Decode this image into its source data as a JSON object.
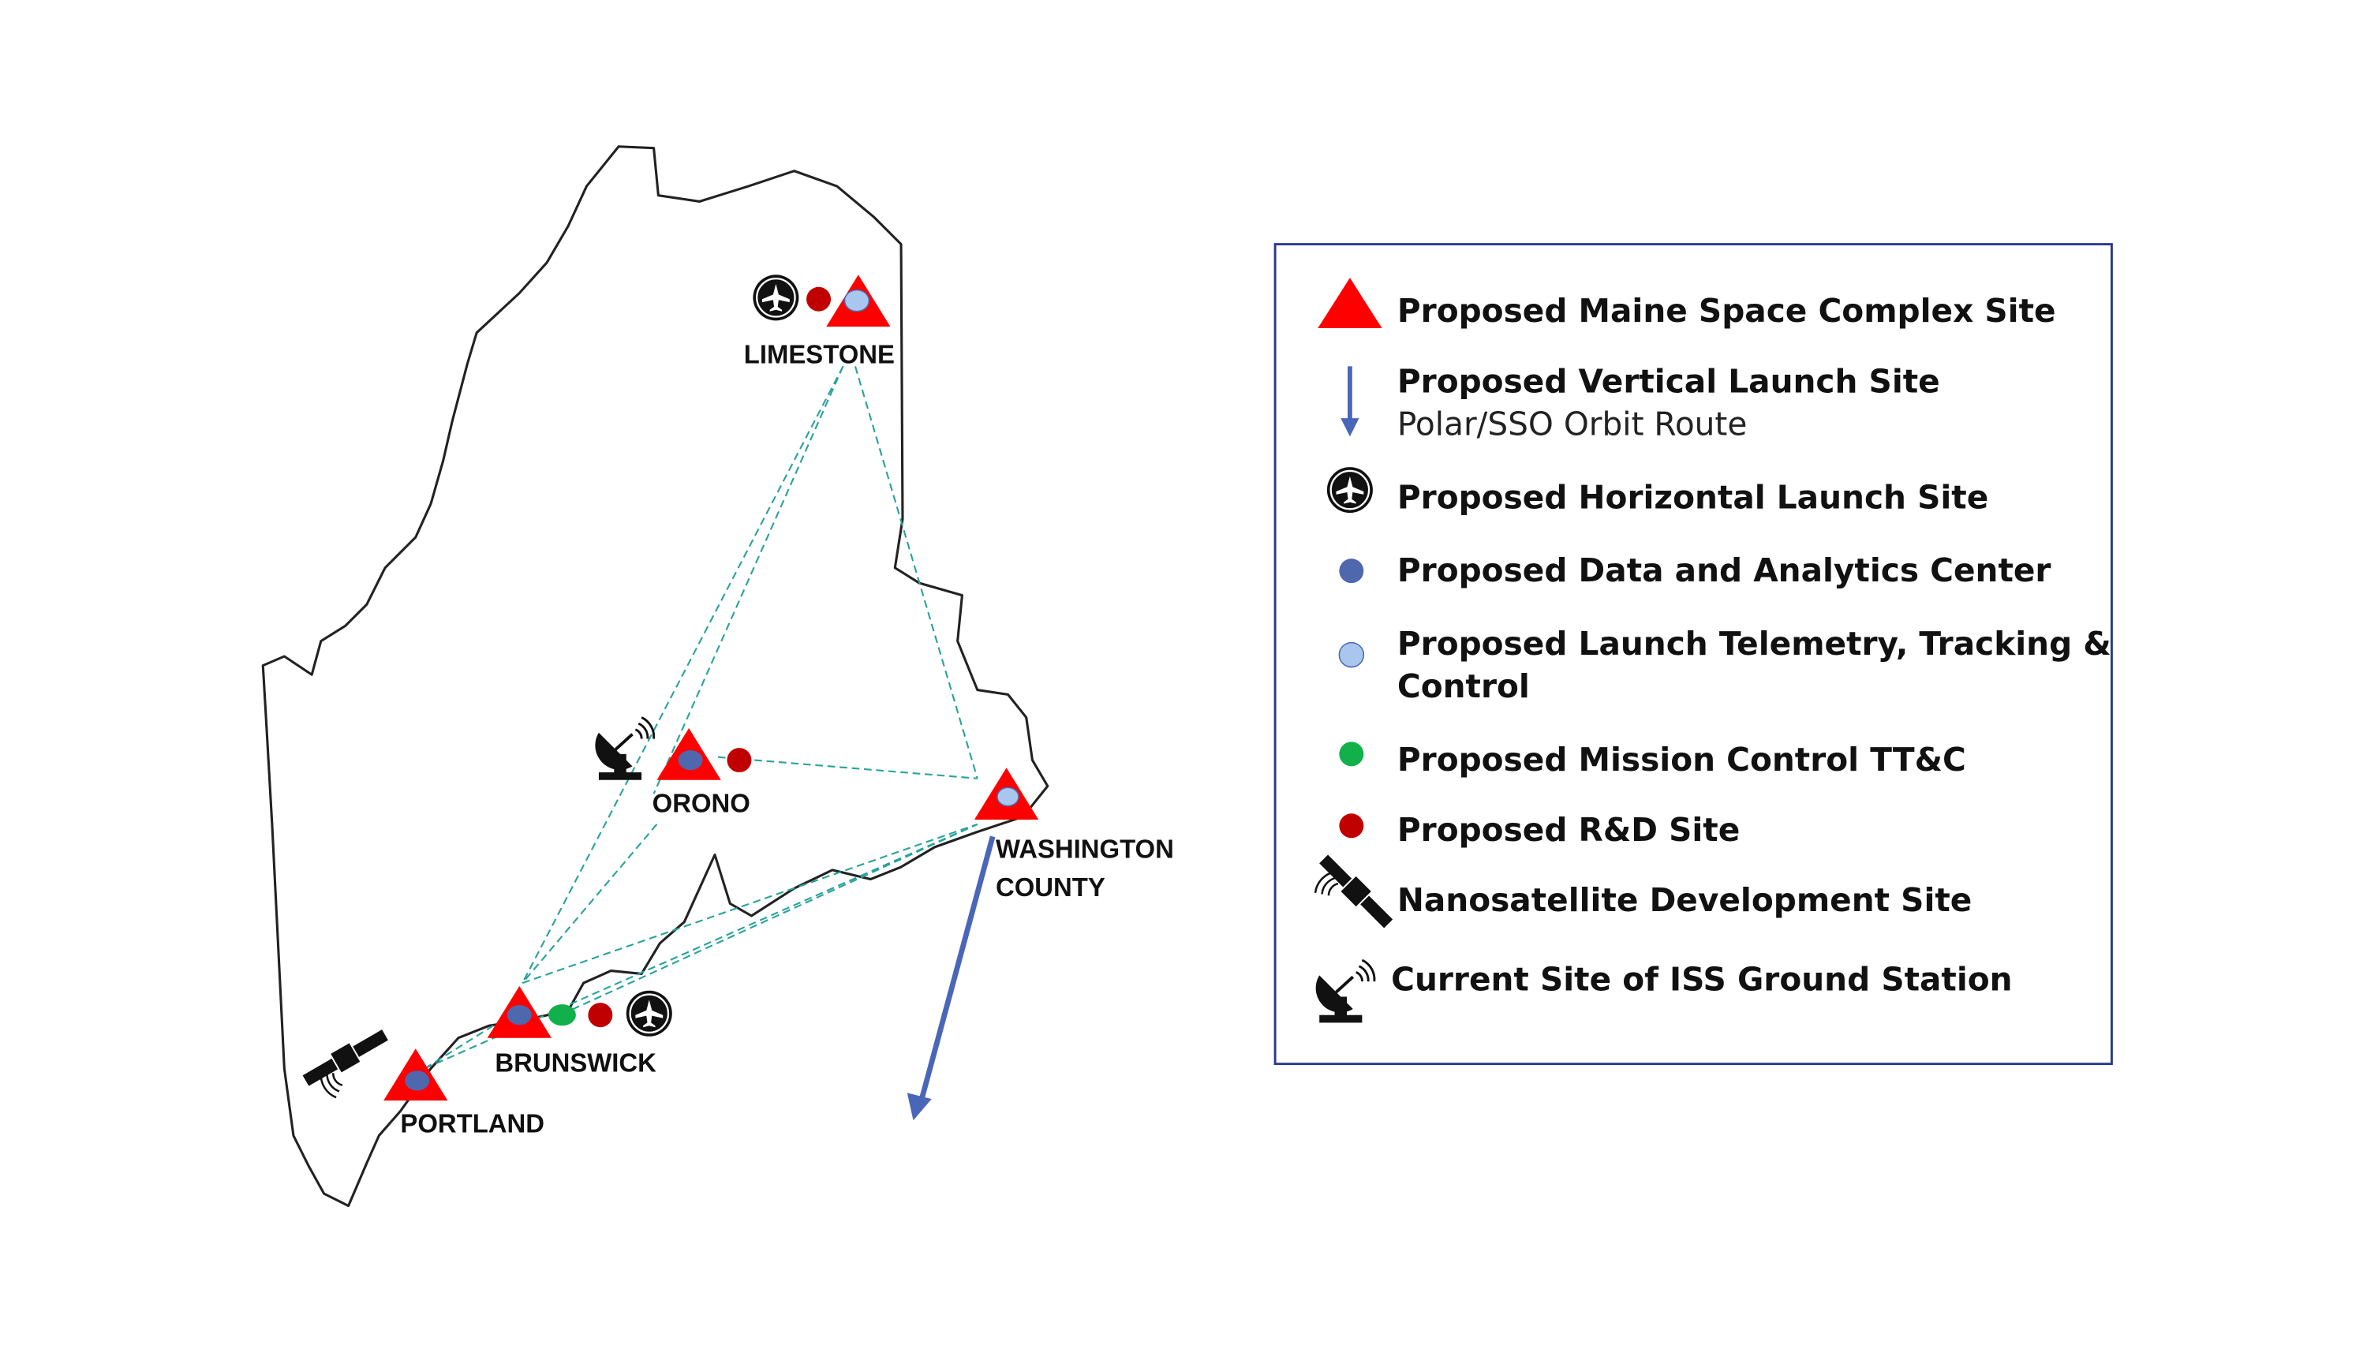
{
  "map": {
    "sites": [
      {
        "name": "LIMESTONE"
      },
      {
        "name": "ORONO"
      },
      {
        "name": "WASHINGTON",
        "name2": "COUNTY"
      },
      {
        "name": "BRUNSWICK"
      },
      {
        "name": "PORTLAND"
      }
    ]
  },
  "legend": {
    "items": [
      {
        "label": "Proposed Maine Space Complex Site",
        "icon": "red-triangle-icon"
      },
      {
        "label": "Proposed Vertical Launch Site",
        "sublabel": "Polar/SSO Orbit Route",
        "icon": "down-arrow-icon"
      },
      {
        "label": "Proposed Horizontal Launch Site",
        "icon": "airplane-icon"
      },
      {
        "label": "Proposed Data and Analytics Center",
        "icon": "dark-blue-dot-icon"
      },
      {
        "label": "Proposed Launch Telemetry, Tracking &",
        "label2": "Control",
        "icon": "light-blue-dot-icon"
      },
      {
        "label": "Proposed Mission Control TT&C",
        "icon": "green-dot-icon"
      },
      {
        "label": "Proposed R&D Site",
        "icon": "red-dot-icon"
      },
      {
        "label": "Nanosatellite Development Site",
        "icon": "satellite-icon"
      },
      {
        "label": "Current Site of ISS Ground Station",
        "icon": "satellite-dish-icon"
      }
    ]
  },
  "colors": {
    "triangle": "#ff0000",
    "route": "#4a66b8",
    "data_center": "#4f67ad",
    "telemetry": "#a9c6ef",
    "mission_control": "#12b04a",
    "rd": "#c00000",
    "link": "#2aa39a",
    "legend_border": "#2b3990"
  }
}
